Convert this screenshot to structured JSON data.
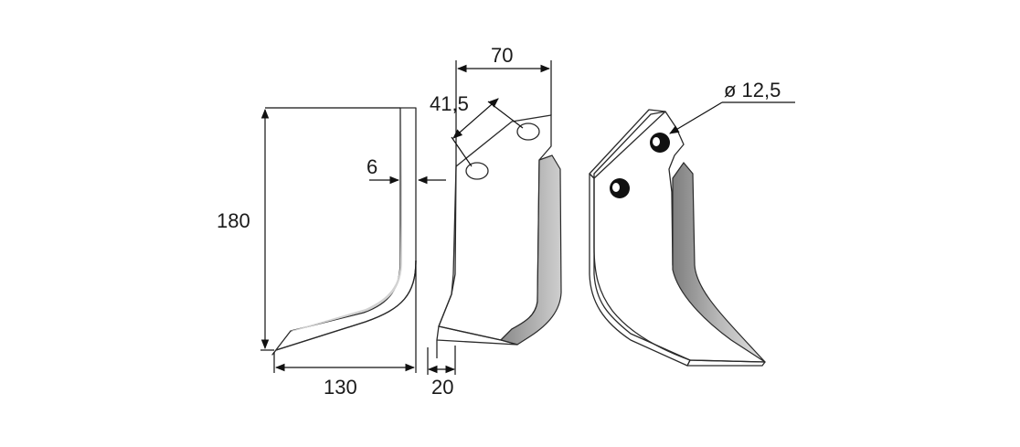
{
  "dimensions": {
    "height": "180",
    "thickness": "6",
    "width_bottom": "130",
    "offset": "20",
    "top_width": "70",
    "hole_spacing": "41,5",
    "hole_diameter": "ø 12,5"
  },
  "colors": {
    "blade_fill": "#f4f4f4",
    "edge_fill": "#9a9a9a",
    "edge_light": "#d6d6d6",
    "hole_fill": "#111111"
  }
}
